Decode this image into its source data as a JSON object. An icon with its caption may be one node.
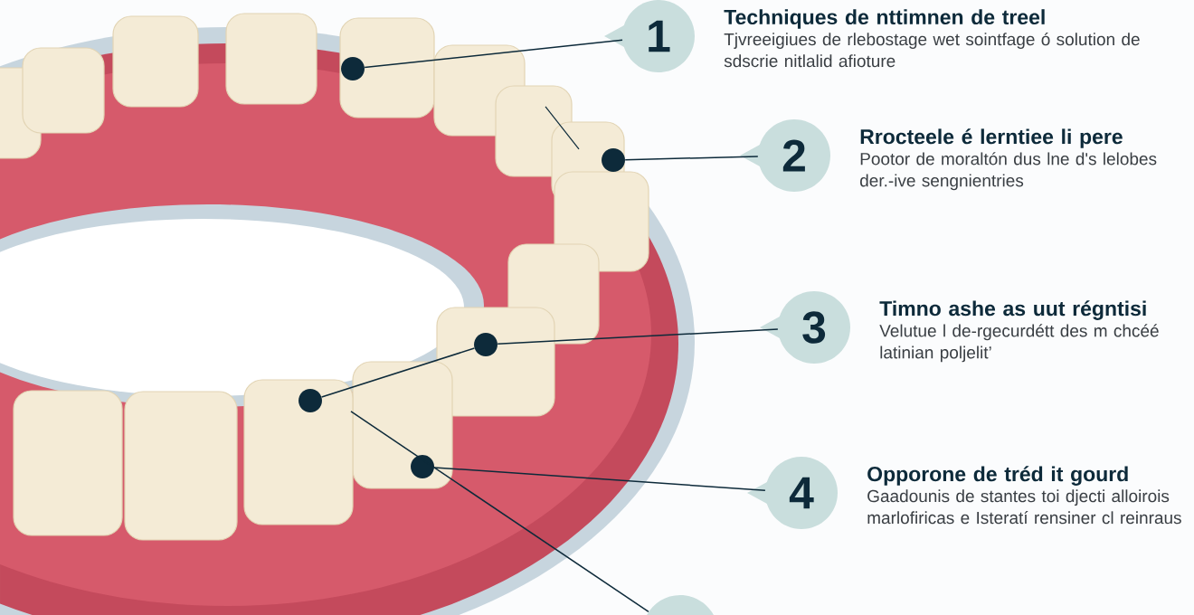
{
  "diagram": {
    "nodes": [
      {
        "text": [
          "1"
        ],
        "beside": [
          "Techniques de nttimnen de treel",
          "Tjvreeigiues de rlebostage wet sointfage ó solution de sdscrie nitlalid afioture"
        ]
      },
      {
        "text": [
          "2"
        ],
        "beside": [
          "Rrocteele é lerntiee li pere",
          "Pootor de moraltón dus lne d's lelobes der.-ive sengnientries"
        ]
      },
      {
        "text": [
          "3"
        ],
        "beside": [
          "Timno ashe as uut régntisi",
          "Velutue l de-rgecurdétt des m chcéé latinian poljelit’"
        ]
      },
      {
        "text": [
          "4"
        ],
        "beside": [
          "Opporone de tréd it gourd",
          "Gaadounis de stantes toi djecti alloirois marlofiricas e Isteratí rensiner cl reinraus"
        ]
      },
      {
        "text": [],
        "shape": "circle"
      },
      {
        "text": [],
        "shape": "circle"
      },
      {
        "text": [],
        "shape": "circle"
      },
      {
        "text": [],
        "shape": "circle"
      },
      {
        "text": [],
        "shape": "circle"
      },
      {
        "text": [],
        "shape": "circle"
      }
    ],
    "edges": [
      {
        "from": 5,
        "to": 0,
        "arrow": "none"
      },
      {
        "from": 6,
        "to": 1,
        "arrow": "none"
      },
      {
        "from": 7,
        "to": 2,
        "arrow": "none"
      },
      {
        "from": 8,
        "to": 7,
        "arrow": "none"
      },
      {
        "from": 9,
        "to": 3,
        "arrow": "none"
      },
      {
        "from": null,
        "to": 4,
        "arrow": "none"
      }
    ]
  }
}
